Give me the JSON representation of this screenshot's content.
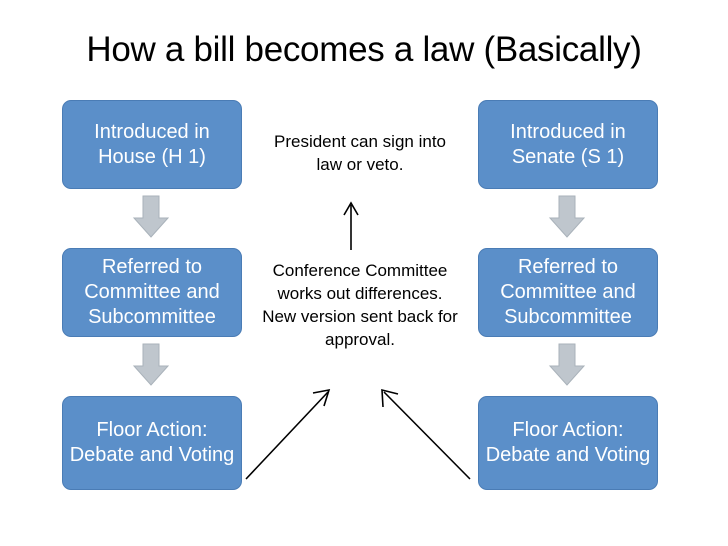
{
  "diagram": {
    "title": "How a bill becomes a law (Basically)",
    "boxes": [
      {
        "id": "house-introduced",
        "text": "Introduced in House (H 1)"
      },
      {
        "id": "senate-introduced",
        "text": "Introduced in Senate (S 1)"
      },
      {
        "id": "house-committee",
        "text": "Referred to Committee and Subcommittee"
      },
      {
        "id": "senate-committee",
        "text": "Referred to Committee and Subcommittee"
      },
      {
        "id": "house-floor",
        "text": "Floor Action: Debate and Voting"
      },
      {
        "id": "senate-floor",
        "text": "Floor Action: Debate and Voting"
      }
    ],
    "notes": [
      {
        "id": "president-note",
        "text": "President can sign into law or veto."
      },
      {
        "id": "conference-note",
        "text": "Conference Committee works out differences. New version sent back for approval."
      }
    ],
    "colors": {
      "box_fill": "#5b8fc9",
      "box_border": "#4a7cb5",
      "arrow_fill": "#bfc6cd",
      "arrow_border": "#a9b2ba",
      "text_light": "#ffffff",
      "text_dark": "#000000",
      "line": "#000000"
    }
  }
}
